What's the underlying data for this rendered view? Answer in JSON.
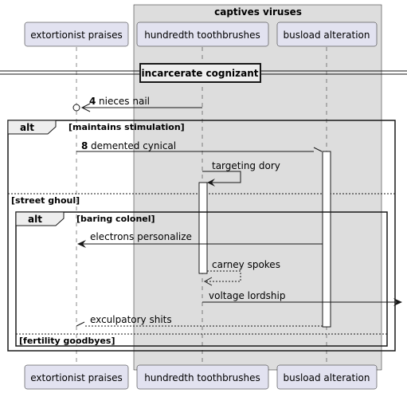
{
  "box": {
    "title": "captives viruses"
  },
  "participants": [
    {
      "id": "p1",
      "name": "extortionist praises"
    },
    {
      "id": "p2",
      "name": "hundredth toothbrushes"
    },
    {
      "id": "p3",
      "name": "busload alteration"
    }
  ],
  "divider": {
    "label": "incarcerate cognizant"
  },
  "messages": [
    {
      "number": "4",
      "text": "nieces nail"
    },
    {
      "number": "8",
      "text": "demented cynical"
    },
    {
      "text": "targeting dory"
    },
    {
      "text": "electrons personalize"
    },
    {
      "text": "carney spokes"
    },
    {
      "text": "voltage lordship"
    },
    {
      "text": "exculpatory shits"
    }
  ],
  "fragments": {
    "outer": {
      "kind": "alt",
      "guard": "[maintains stimulation]",
      "else_guard": "[street ghoul]"
    },
    "inner": {
      "kind": "alt",
      "guard": "[baring colonel]",
      "else_guard": "[fertility goodbyes]"
    }
  },
  "colors": {
    "participant_fill": "#E2E2F0",
    "participant_border": "#181818",
    "box_fill": "#DDDDDD",
    "line": "#181818",
    "activation_fill": "#FFFFFF"
  }
}
